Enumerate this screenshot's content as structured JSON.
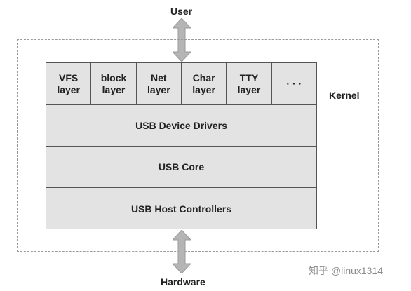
{
  "labels": {
    "user": "User",
    "hardware": "Hardware",
    "kernel": "Kernel"
  },
  "layers": [
    {
      "line1": "VFS",
      "line2": "layer"
    },
    {
      "line1": "block",
      "line2": "layer"
    },
    {
      "line1": "Net",
      "line2": "layer"
    },
    {
      "line1": "Char",
      "line2": "layer"
    },
    {
      "line1": "TTY",
      "line2": "layer"
    },
    {
      "line1": "· · ·",
      "line2": ""
    }
  ],
  "bands": {
    "device_drivers": "USB Device Drivers",
    "core": "USB Core",
    "host_controllers": "USB Host Controllers"
  },
  "watermark": "知乎 @linux1314",
  "colors": {
    "box_fill": "#e3e3e3",
    "arrow_fill": "#b5b5b5",
    "border": "#555555",
    "dashed_border": "#9a9a9a"
  }
}
